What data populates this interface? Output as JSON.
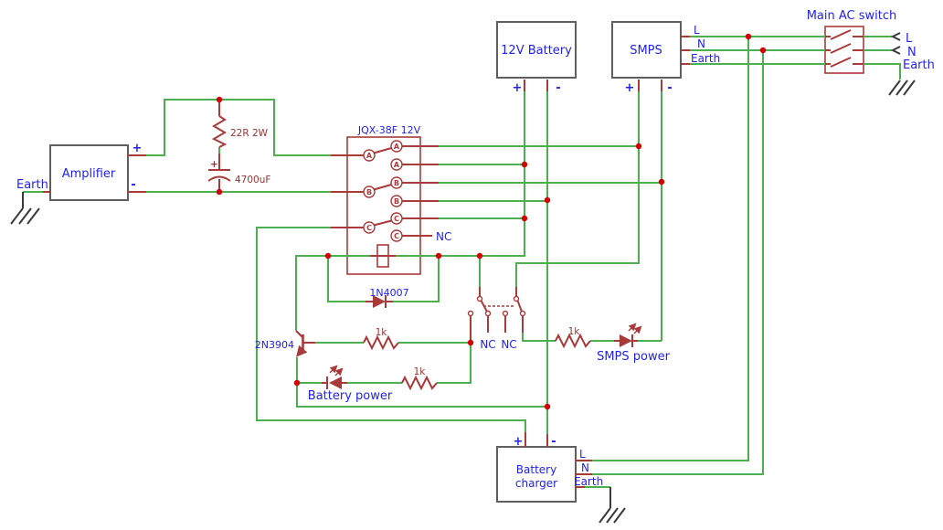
{
  "colors": {
    "wire_green": "#4caf50",
    "symbol_red": "#a93a3a",
    "junction_red": "#d40000",
    "label_blue": "#2222ee",
    "value_dark_red": "#993333",
    "box_gray": "#5f5f5f",
    "ground_dark": "#3a3a3a"
  },
  "blocks": {
    "amplifier": {
      "label": "Amplifier",
      "plus": "+",
      "minus": "-",
      "earth": "Earth"
    },
    "battery_12v": {
      "label": "12V Battery",
      "plus": "+",
      "minus": "-"
    },
    "smps": {
      "label": "SMPS",
      "plus": "+",
      "minus": "-",
      "l": "L",
      "n": "N",
      "earth": "Earth"
    },
    "main_ac_switch": {
      "label": "Main AC switch",
      "l": "L",
      "n": "N",
      "earth": "Earth"
    },
    "battery_charger": {
      "label_line1": "Battery",
      "label_line2": "charger",
      "plus": "+",
      "minus": "-",
      "l": "L",
      "n": "N",
      "earth": "Earth"
    },
    "relay": {
      "title": "JQX-38F 12V",
      "contact_labels": [
        "A",
        "B",
        "C",
        "A",
        "A",
        "B",
        "B",
        "C",
        "C"
      ],
      "nc_label": "NC"
    },
    "mode_switch": {
      "nc_left": "NC",
      "nc_right": "NC"
    }
  },
  "components": {
    "resistor_22r": {
      "value": "22R 2W"
    },
    "capacitor_4700uf": {
      "value": "4700uF",
      "polarity": "+"
    },
    "diode_1n4007": {
      "value": "1N4007"
    },
    "transistor_2n3904": {
      "value": "2N3904"
    },
    "resistor_base_1k": {
      "value": "1k"
    },
    "resistor_battery_led_1k": {
      "value": "1k"
    },
    "resistor_smps_led_1k": {
      "value": "1k"
    },
    "led_battery": {
      "label": "Battery power"
    },
    "led_smps": {
      "label": "SMPS power"
    }
  }
}
